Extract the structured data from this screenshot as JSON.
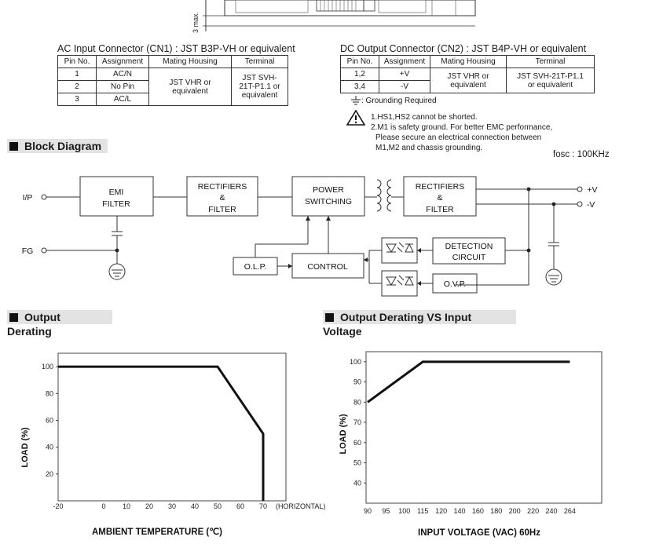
{
  "drawing": {
    "dim_label": "3 max."
  },
  "ac_connector": {
    "title": "AC Input Connector (CN1) : JST B3P-VH or equivalent",
    "headers": [
      "Pin No.",
      "Assignment",
      "Mating Housing",
      "Terminal"
    ],
    "rows": [
      {
        "pin": "1",
        "assignment": "AC/N"
      },
      {
        "pin": "2",
        "assignment": "No Pin"
      },
      {
        "pin": "3",
        "assignment": "AC/L"
      }
    ],
    "housing": "JST VHR or equivalent",
    "terminal": "JST SVH-21T-P1.1 or equivalent"
  },
  "dc_connector": {
    "title": "DC Output Connector (CN2) : JST B4P-VH or equivalent",
    "headers": [
      "Pin No.",
      "Assignment",
      "Mating Housing",
      "Terminal"
    ],
    "rows": [
      {
        "pin": "1,2",
        "assignment": "+V"
      },
      {
        "pin": "3,4",
        "assignment": "-V"
      }
    ],
    "housing": "JST VHR or equivalent",
    "terminal": "JST SVH-21T-P1.1 or equivalent"
  },
  "notes": {
    "grounding": ": Grounding Required",
    "note1": "1.HS1,HS2 cannot be shorted.",
    "note2a": "2.M1 is safety ground. For better EMC performance,",
    "note2b": "Please secure an electrical connection between",
    "note2c": "M1,M2 and chassis grounding."
  },
  "block_diagram": {
    "title": "Block Diagram",
    "fosc": "fosc : 100KHz",
    "ip": "I/P",
    "fg": "FG",
    "emi": [
      "EMI",
      "FILTER"
    ],
    "rect1": [
      "RECTIFIERS",
      "&",
      "FILTER"
    ],
    "power": [
      "POWER",
      "SWITCHING"
    ],
    "rect2": [
      "RECTIFIERS",
      "&",
      "FILTER"
    ],
    "detection": [
      "DETECTION",
      "CIRCUIT"
    ],
    "olp": "O.L.P.",
    "control": "CONTROL",
    "ovp": "O.V.P.",
    "out_pos": "+V",
    "out_neg": "-V"
  },
  "derating": {
    "title": "Output Derating",
    "chart_data": {
      "type": "line",
      "xlabel": "AMBIENT TEMPERATURE (℃)",
      "ylabel": "LOAD (%)",
      "x_ticks": [
        "-20",
        "0",
        "10",
        "20",
        "30",
        "40",
        "50",
        "60",
        "70"
      ],
      "x_suffix": "(HORIZONTAL)",
      "y_ticks": [
        "20",
        "40",
        "60",
        "80",
        "100"
      ],
      "xlim": [
        -20,
        80
      ],
      "ylim": [
        0,
        110
      ],
      "x": [
        -20,
        50,
        70,
        70
      ],
      "y": [
        100,
        100,
        50,
        0
      ]
    }
  },
  "derating_vin": {
    "title": "Output Derating VS Input Voltage",
    "chart_data": {
      "type": "line",
      "xlabel": "INPUT VOLTAGE (VAC) 60Hz",
      "ylabel": "LOAD (%)",
      "x_ticks": [
        "90",
        "95",
        "100",
        "115",
        "120",
        "140",
        "160",
        "180",
        "200",
        "220",
        "240",
        "264"
      ],
      "y_ticks": [
        "40",
        "50",
        "60",
        "70",
        "80",
        "90",
        "100"
      ],
      "ylim": [
        30,
        105
      ],
      "x": [
        90,
        115,
        264
      ],
      "y": [
        80,
        100,
        100
      ]
    }
  }
}
